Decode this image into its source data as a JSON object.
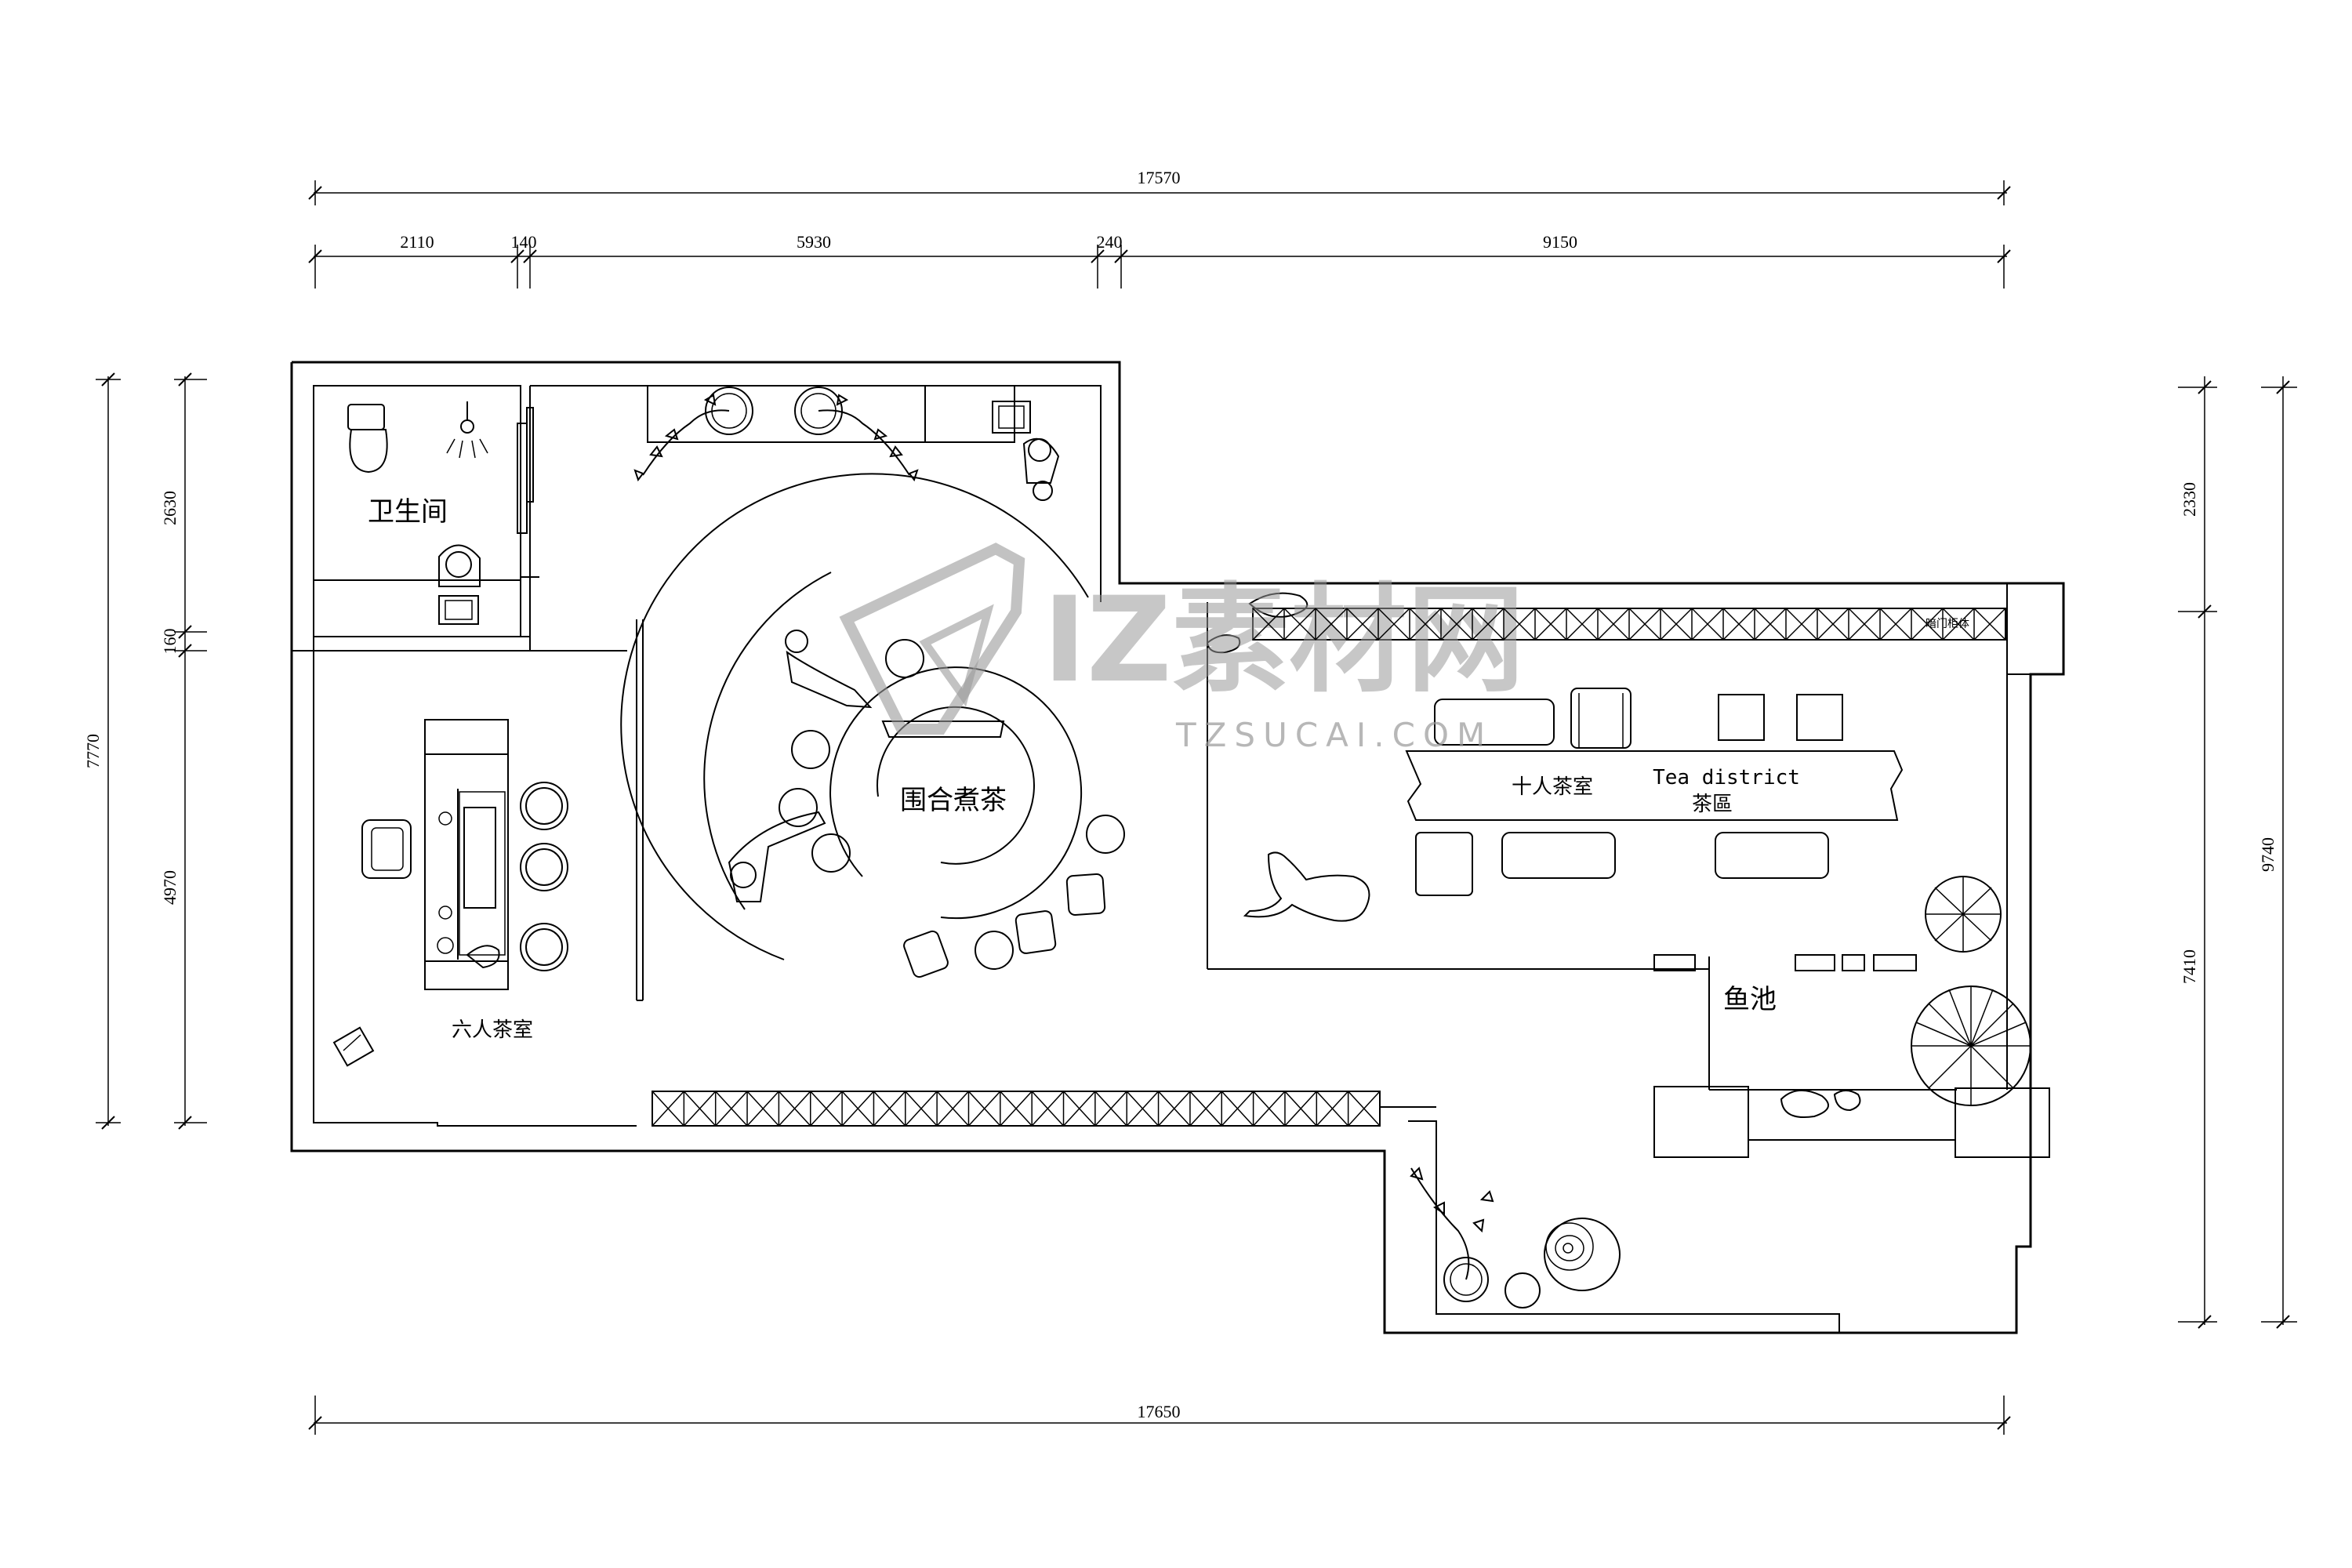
{
  "dimensions": {
    "top_total": "17570",
    "top_segments": [
      "2110",
      "140",
      "5930",
      "240",
      "9150"
    ],
    "bottom_total": "17650",
    "left_total": "7770",
    "left_segments": [
      "2630",
      "160",
      "4970"
    ],
    "right_total": "9740",
    "right_segments": [
      "2330",
      "7410"
    ]
  },
  "rooms": {
    "bathroom": "卫生间",
    "six_person_tea_room": "六人茶室",
    "circle_tea": "围合煮茶",
    "ten_person_tea_room": "十人茶室",
    "tea_district_en": "Tea district",
    "tea_district_cn": "茶區",
    "fish_pond": "鱼池",
    "small_label": "暗门柜体"
  },
  "watermark": {
    "main": "IZ素材网",
    "sub": "TZSUCAI.COM"
  }
}
